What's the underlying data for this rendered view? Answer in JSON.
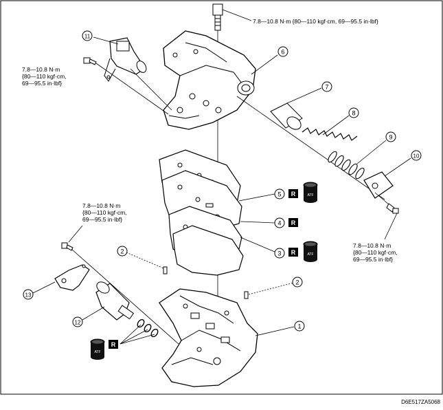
{
  "callouts": [
    "1",
    "2",
    "2",
    "3",
    "4",
    "5",
    "6",
    "7",
    "8",
    "9",
    "10",
    "11",
    "12",
    "13"
  ],
  "torque": {
    "top_bolt": "7.8—10.8 N·m {80—110 kgf·cm, 69—95.5 in·lbf}",
    "solenoid_bolt": [
      "7.8—10.8 N·m",
      "{80—110 kgf·cm,",
      "69—95.5 in·lbf}"
    ],
    "cover_bolt": [
      "7.8—10.8 N·m",
      "{80—110 kgf·cm,",
      "69—95.5 in·lbf}"
    ],
    "bracket_bolt": [
      "7.8—10.8 N·m",
      "{80—110 kgf·cm,",
      "69—95.5 in·lbf}"
    ]
  },
  "symbols": {
    "replace": "R",
    "fluid": "ATF"
  },
  "doc_code": "D6E517ZA5068"
}
